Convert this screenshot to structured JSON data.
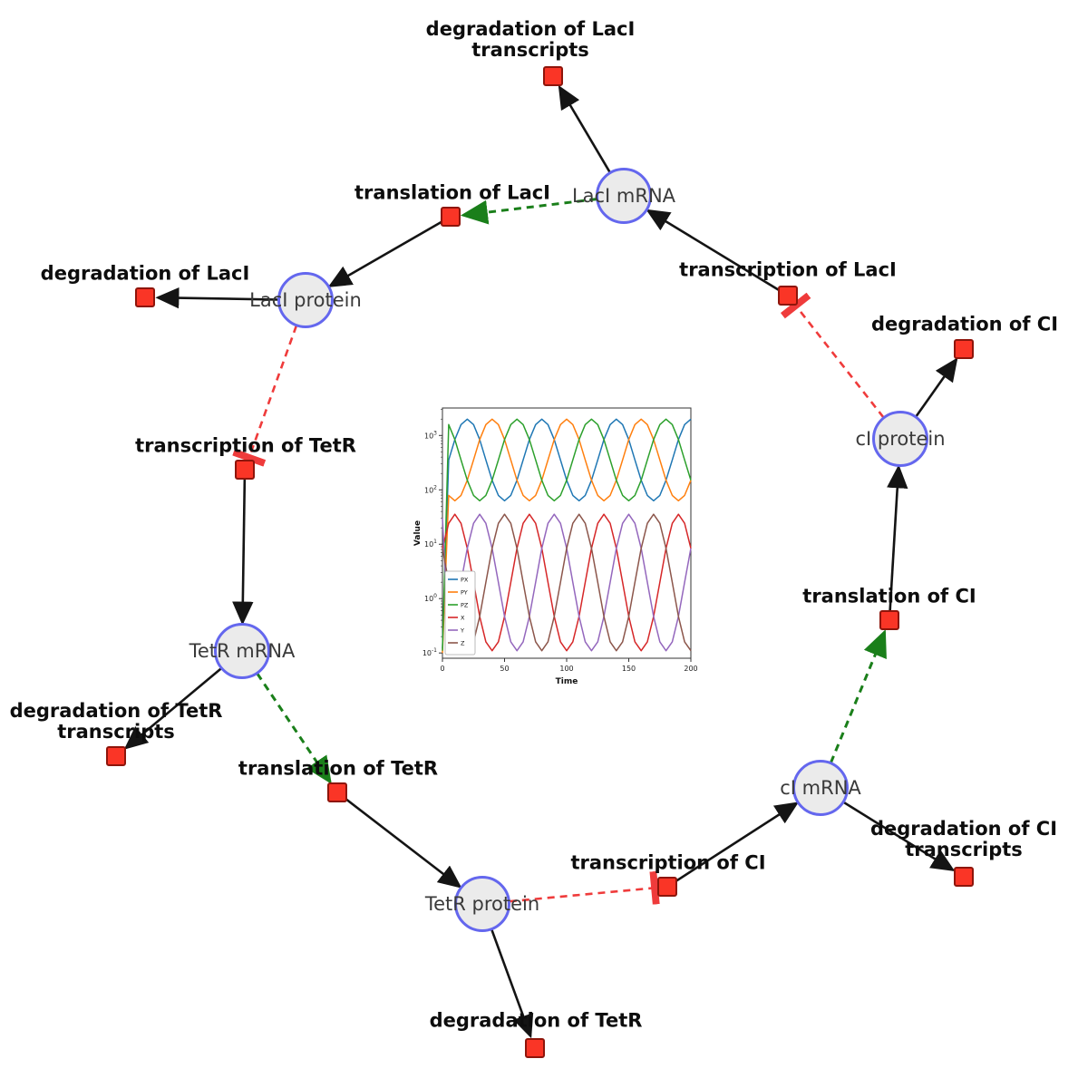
{
  "diagram": {
    "colors": {
      "species_fill": "#ebebeb",
      "species_border": "#6467ee",
      "reaction_fill": "#fa3526",
      "reaction_border": "#8e150b",
      "edge": "#141414",
      "modifier": "#1a7f1a",
      "inhibition": "#ef3b3b"
    },
    "species": [
      {
        "id": "laci_mrna",
        "label": "LacI mRNA"
      },
      {
        "id": "laci_protein",
        "label": "LacI protein"
      },
      {
        "id": "tetr_mrna",
        "label": "TetR mRNA"
      },
      {
        "id": "tetr_protein",
        "label": "TetR protein"
      },
      {
        "id": "ci_mrna",
        "label": "cI mRNA"
      },
      {
        "id": "ci_protein",
        "label": "cI protein"
      }
    ],
    "reactions": [
      {
        "id": "deg_laci_tx",
        "label_lines": [
          "degradation of LacI",
          "transcripts"
        ]
      },
      {
        "id": "transl_laci",
        "label_lines": [
          "translation of LacI"
        ]
      },
      {
        "id": "transcr_laci",
        "label_lines": [
          "transcription of LacI"
        ]
      },
      {
        "id": "deg_laci",
        "label_lines": [
          "degradation of LacI"
        ]
      },
      {
        "id": "deg_ci",
        "label_lines": [
          "degradation of CI"
        ]
      },
      {
        "id": "transcr_tetr",
        "label_lines": [
          "transcription of TetR"
        ]
      },
      {
        "id": "transl_ci",
        "label_lines": [
          "translation of CI"
        ]
      },
      {
        "id": "deg_tetr_tx",
        "label_lines": [
          "degradation of TetR",
          "transcripts"
        ]
      },
      {
        "id": "transl_tetr",
        "label_lines": [
          "translation of TetR"
        ]
      },
      {
        "id": "transcr_ci",
        "label_lines": [
          "transcription of CI"
        ]
      },
      {
        "id": "deg_ci_tx",
        "label_lines": [
          "degradation of CI",
          "transcripts"
        ]
      },
      {
        "id": "deg_tetr",
        "label_lines": [
          "degradation of TetR"
        ]
      }
    ],
    "edges": [
      {
        "from": "laci_mrna",
        "to": "deg_laci_tx",
        "type": "consumption"
      },
      {
        "from": "transcr_laci",
        "to": "laci_mrna",
        "type": "production"
      },
      {
        "from": "laci_mrna",
        "to": "transl_laci",
        "type": "modifier"
      },
      {
        "from": "transl_laci",
        "to": "laci_protein",
        "type": "production"
      },
      {
        "from": "laci_protein",
        "to": "deg_laci",
        "type": "consumption"
      },
      {
        "from": "laci_protein",
        "to": "transcr_tetr",
        "type": "inhibition"
      },
      {
        "from": "transcr_tetr",
        "to": "tetr_mrna",
        "type": "production"
      },
      {
        "from": "tetr_mrna",
        "to": "deg_tetr_tx",
        "type": "consumption"
      },
      {
        "from": "tetr_mrna",
        "to": "transl_tetr",
        "type": "modifier"
      },
      {
        "from": "transl_tetr",
        "to": "tetr_protein",
        "type": "production"
      },
      {
        "from": "tetr_protein",
        "to": "deg_tetr",
        "type": "consumption"
      },
      {
        "from": "tetr_protein",
        "to": "transcr_ci",
        "type": "inhibition"
      },
      {
        "from": "transcr_ci",
        "to": "ci_mrna",
        "type": "production"
      },
      {
        "from": "ci_mrna",
        "to": "deg_ci_tx",
        "type": "consumption"
      },
      {
        "from": "ci_mrna",
        "to": "transl_ci",
        "type": "modifier"
      },
      {
        "from": "transl_ci",
        "to": "ci_protein",
        "type": "production"
      },
      {
        "from": "ci_protein",
        "to": "deg_ci",
        "type": "consumption"
      },
      {
        "from": "ci_protein",
        "to": "transcr_laci",
        "type": "inhibition"
      }
    ]
  },
  "chart_data": {
    "type": "line",
    "title": "",
    "xlabel": "Time",
    "ylabel": "Value",
    "yscale": "log",
    "xlim": [
      0,
      200
    ],
    "ylim": [
      0.1,
      1000
    ],
    "xticks": [
      0,
      50,
      100,
      150,
      200
    ],
    "yticks": [
      0.1,
      1,
      10,
      100,
      1000
    ],
    "grid": false,
    "legend_position": "lower left",
    "x": [
      0,
      5,
      10,
      15,
      20,
      25,
      30,
      35,
      40,
      45,
      50,
      55,
      60,
      65,
      70,
      75,
      80,
      85,
      90,
      95,
      100,
      105,
      110,
      115,
      120,
      125,
      130,
      135,
      140,
      145,
      150,
      155,
      160,
      165,
      170,
      175,
      180,
      185,
      190,
      195,
      200
    ],
    "series": [
      {
        "name": "PX",
        "color": "#1f77b4",
        "values": [
          0.12,
          355,
          841,
          1585,
          1995,
          1585,
          841,
          355,
          150,
          79,
          63,
          79,
          150,
          355,
          841,
          1585,
          1995,
          1585,
          841,
          355,
          150,
          79,
          63,
          79,
          150,
          355,
          841,
          1585,
          1995,
          1585,
          841,
          355,
          150,
          79,
          63,
          79,
          150,
          355,
          841,
          1585,
          1995
        ]
      },
      {
        "name": "PY",
        "color": "#ff7f0e",
        "values": [
          0.1,
          79,
          63,
          79,
          150,
          355,
          841,
          1585,
          1995,
          1585,
          841,
          355,
          150,
          79,
          63,
          79,
          150,
          355,
          841,
          1585,
          1995,
          1585,
          841,
          355,
          150,
          79,
          63,
          79,
          150,
          355,
          841,
          1585,
          1995,
          1585,
          841,
          355,
          150,
          79,
          63,
          79,
          150
        ]
      },
      {
        "name": "PZ",
        "color": "#2ca02c",
        "values": [
          0.11,
          1585,
          841,
          355,
          150,
          79,
          63,
          79,
          150,
          355,
          841,
          1585,
          1995,
          1585,
          841,
          355,
          150,
          79,
          63,
          79,
          150,
          355,
          841,
          1585,
          1995,
          1585,
          841,
          355,
          150,
          79,
          63,
          79,
          150,
          355,
          841,
          1585,
          1995,
          1585,
          841,
          355,
          150
        ]
      },
      {
        "name": "X",
        "color": "#d62728",
        "values": [
          8.4,
          24.2,
          35.5,
          24.2,
          8.4,
          2.0,
          0.47,
          0.16,
          0.11,
          0.16,
          0.47,
          2.0,
          8.4,
          24.2,
          35.5,
          24.2,
          8.4,
          2.0,
          0.47,
          0.16,
          0.11,
          0.16,
          0.47,
          2.0,
          8.4,
          24.2,
          35.5,
          24.2,
          8.4,
          2.0,
          0.47,
          0.16,
          0.11,
          0.16,
          0.47,
          2.0,
          8.4,
          24.2,
          35.5,
          24.2,
          8.4
        ]
      },
      {
        "name": "Y",
        "color": "#9467bd",
        "values": [
          30,
          0.16,
          0.47,
          2.0,
          8.4,
          24.2,
          35.5,
          24.2,
          8.4,
          2.0,
          0.47,
          0.16,
          0.11,
          0.16,
          0.47,
          2.0,
          8.4,
          24.2,
          35.5,
          24.2,
          8.4,
          2.0,
          0.47,
          0.16,
          0.11,
          0.16,
          0.47,
          2.0,
          8.4,
          24.2,
          35.5,
          24.2,
          8.4,
          2.0,
          0.47,
          0.16,
          0.11,
          0.16,
          0.47,
          2.0,
          8.4
        ]
      },
      {
        "name": "Z",
        "color": "#8c564b",
        "values": [
          8.4,
          2.0,
          0.47,
          0.16,
          0.11,
          0.16,
          0.47,
          2.0,
          8.4,
          24.2,
          35.5,
          24.2,
          8.4,
          2.0,
          0.47,
          0.16,
          0.11,
          0.16,
          0.47,
          2.0,
          8.4,
          24.2,
          35.5,
          24.2,
          8.4,
          2.0,
          0.47,
          0.16,
          0.11,
          0.16,
          0.47,
          2.0,
          8.4,
          24.2,
          35.5,
          24.2,
          8.4,
          2.0,
          0.47,
          0.16,
          0.11
        ]
      }
    ]
  }
}
